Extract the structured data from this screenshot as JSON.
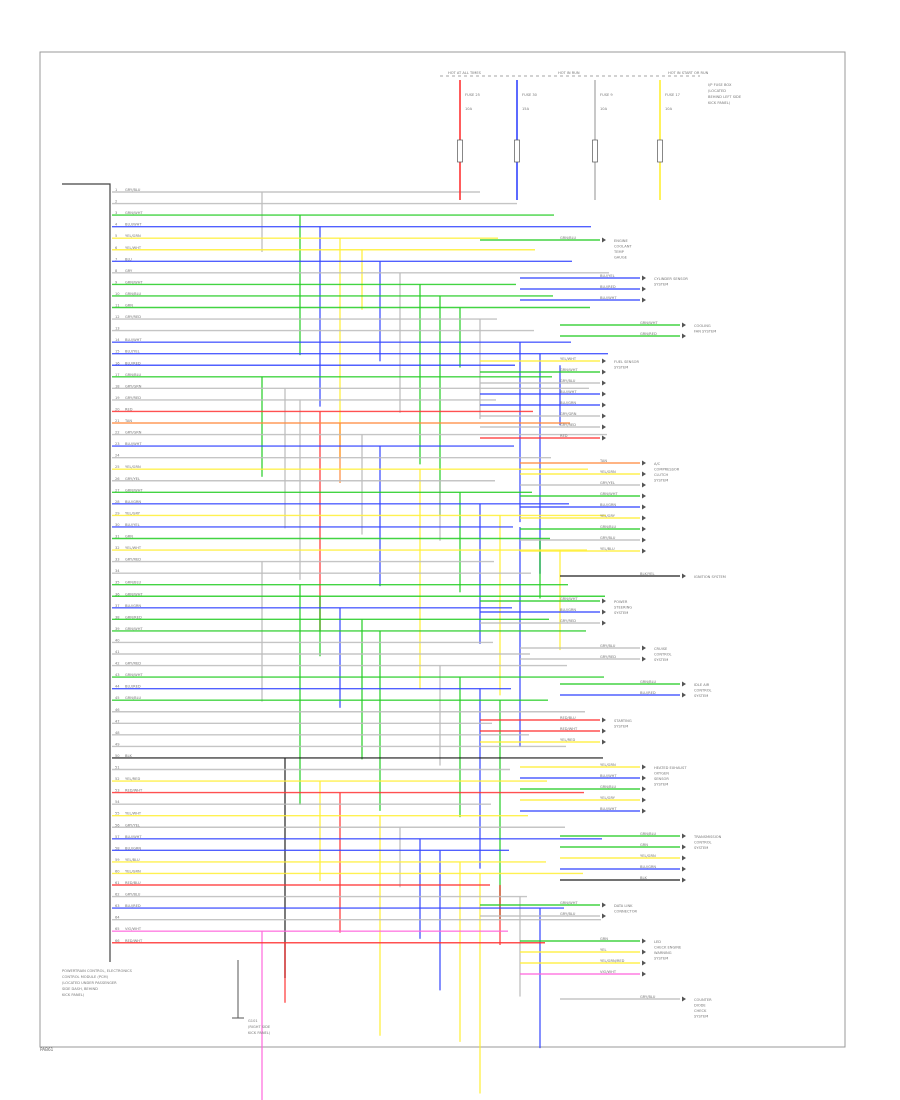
{
  "page_code": "PAB61",
  "module_label": [
    "POWERTRAIN CONTROL, ELECTRONICS",
    "CONTROL MODULE (PCM)",
    "(LOCATED UNDER PASSENGER",
    "SIDE DASH, BEHIND",
    "KICK PANEL)"
  ],
  "fuses": [
    {
      "title": "FUSE 25",
      "amp": "10A"
    },
    {
      "title": "FUSE 30",
      "amp": "15A"
    },
    {
      "title": "FUSE 9",
      "amp": "10A"
    },
    {
      "title": "FUSE 17",
      "amp": "10A"
    }
  ],
  "fuse_bus_labels": [
    "HOT AT ALL TIMES",
    "HOT IN RUN",
    "HOT IN START OR RUN"
  ],
  "fuse_note": [
    "I/P FUSE BOX",
    "(LOCATED",
    "BEHIND LEFT SIDE",
    "KICK PANEL)"
  ],
  "pins": [
    {
      "n": "1",
      "w": "GRY/BLU"
    },
    {
      "n": "2",
      "w": ""
    },
    {
      "n": "3",
      "w": "GRN/WHT"
    },
    {
      "n": "4",
      "w": "BLU/WHT"
    },
    {
      "n": "5",
      "w": "YEL/GRN"
    },
    {
      "n": "6",
      "w": "YEL/WHT"
    },
    {
      "n": "7",
      "w": "BLU"
    },
    {
      "n": "8",
      "w": "GRY"
    },
    {
      "n": "9",
      "w": "GRN/WHT"
    },
    {
      "n": "10",
      "w": "GRN/BLU"
    },
    {
      "n": "11",
      "w": "GRN"
    },
    {
      "n": "12",
      "w": "GRY/RED"
    },
    {
      "n": "13",
      "w": ""
    },
    {
      "n": "14",
      "w": "BLU/WHT"
    },
    {
      "n": "15",
      "w": "BLU/YEL"
    },
    {
      "n": "16",
      "w": "BLU/RED"
    },
    {
      "n": "17",
      "w": "GRN/BLU"
    },
    {
      "n": "18",
      "w": "GRY/GRN"
    },
    {
      "n": "19",
      "w": "GRY/RED"
    },
    {
      "n": "20",
      "w": "RED"
    },
    {
      "n": "21",
      "w": "TAN"
    },
    {
      "n": "22",
      "w": "GRY/GRN"
    },
    {
      "n": "23",
      "w": "BLU/WHT"
    },
    {
      "n": "24",
      "w": ""
    },
    {
      "n": "25",
      "w": "YEL/GRN"
    },
    {
      "n": "26",
      "w": "GRY/YEL"
    },
    {
      "n": "27",
      "w": "GRN/WHT"
    },
    {
      "n": "28",
      "w": "BLU/GRN"
    },
    {
      "n": "29",
      "w": "YEL/GRY"
    },
    {
      "n": "30",
      "w": "BLU/YEL"
    },
    {
      "n": "31",
      "w": "GRN"
    },
    {
      "n": "32",
      "w": "YEL/WHT"
    },
    {
      "n": "33",
      "w": "GRY/RED"
    },
    {
      "n": "34",
      "w": ""
    },
    {
      "n": "35",
      "w": "GRN/BLU"
    },
    {
      "n": "36",
      "w": "GRN/WHT"
    },
    {
      "n": "37",
      "w": "BLU/GRN"
    },
    {
      "n": "38",
      "w": "GRN/RED"
    },
    {
      "n": "39",
      "w": "GRN/WHT"
    },
    {
      "n": "40",
      "w": ""
    },
    {
      "n": "41",
      "w": ""
    },
    {
      "n": "42",
      "w": "GRY/RED"
    },
    {
      "n": "43",
      "w": "GRN/WHT"
    },
    {
      "n": "44",
      "w": "BLU/RED"
    },
    {
      "n": "45",
      "w": "GRN/BLU"
    },
    {
      "n": "46",
      "w": ""
    },
    {
      "n": "47",
      "w": ""
    },
    {
      "n": "48",
      "w": ""
    },
    {
      "n": "49",
      "w": ""
    },
    {
      "n": "50",
      "w": "BLK"
    },
    {
      "n": "51",
      "w": ""
    },
    {
      "n": "52",
      "w": "YEL/RED"
    },
    {
      "n": "53",
      "w": "RED/WHT"
    },
    {
      "n": "54",
      "w": ""
    },
    {
      "n": "55",
      "w": "YEL/WHT"
    },
    {
      "n": "56",
      "w": "GRY/YEL"
    },
    {
      "n": "57",
      "w": "BLU/WHT"
    },
    {
      "n": "58",
      "w": "BLU/GRN"
    },
    {
      "n": "59",
      "w": "YEL/BLU"
    },
    {
      "n": "60",
      "w": "YEL/GRN"
    },
    {
      "n": "61",
      "w": "RED/BLU"
    },
    {
      "n": "62",
      "w": "GRY/BLU"
    },
    {
      "n": "63",
      "w": "BLU/RED"
    },
    {
      "n": "64",
      "w": ""
    },
    {
      "n": "65",
      "w": "VIO/WHT"
    },
    {
      "n": "66",
      "w": "RED/WHT"
    }
  ],
  "destinations": [
    {
      "title": [
        "ENGINE",
        "COOLANT",
        "TEMP",
        "GAUGE"
      ],
      "wires": [
        "GRN/BLU"
      ]
    },
    {
      "title": [
        "CYLINDER SENSOR",
        "SYSTEM"
      ],
      "wires": [
        "BLU/YEL",
        "BLU/RED",
        "BLU/WHT"
      ]
    },
    {
      "title": [
        "COOLING",
        "FAN SYSTEM"
      ],
      "wires": [
        "GRN/WHT",
        "GRN/RED"
      ]
    },
    {
      "title": [
        "FUEL SENSOR",
        "SYSTEM"
      ],
      "wires": [
        "YEL/WHT",
        "GRN/WHT",
        "GRY/BLU",
        "BLU/WHT",
        "BLU/GRN",
        "GRY/GRN",
        "GRY/RED",
        "RED"
      ]
    },
    {
      "title": [
        "A/C",
        "COMPRESSOR",
        "CLUTCH",
        "SYSTEM"
      ],
      "wires": [
        "TAN",
        "YEL/GRN",
        "GRY/YEL",
        "GRN/WHT",
        "BLU/GRN",
        "YEL/GRY",
        "GRN/BLU",
        "GRY/BLU",
        "YEL/BLU"
      ]
    },
    {
      "title": [
        "IGNITION SYSTEM"
      ],
      "wires": [
        "BLK/YEL"
      ]
    },
    {
      "title": [
        "POWER",
        "STEERING",
        "SYSTEM"
      ],
      "wires": [
        "GRN/WHT",
        "BLU/GRN",
        "GRY/RED"
      ]
    },
    {
      "title": [
        "CRUISE",
        "CONTROL",
        "SYSTEM"
      ],
      "wires": [
        "GRY/BLU",
        "GRY/RED"
      ]
    },
    {
      "title": [
        "IDLE AIR",
        "CONTROL",
        "SYSTEM"
      ],
      "wires": [
        "GRN/BLU",
        "BLU/RED"
      ]
    },
    {
      "title": [
        "STARTING",
        "SYSTEM"
      ],
      "wires": [
        "RED/BLU",
        "RED/WHT",
        "YEL/RED"
      ]
    },
    {
      "title": [
        "HEATED EXHAUST",
        "OXYGEN",
        "SENSOR",
        "SYSTEM"
      ],
      "wires": [
        "YEL/GRN",
        "BLU/WHT",
        "GRN/BLU",
        "YEL/GRY",
        "BLU/WHT"
      ]
    },
    {
      "title": [
        "TRANSMISSION",
        "CONTROL",
        "SYSTEM"
      ],
      "wires": [
        "GRN/BLU",
        "GRN",
        "YEL/GRN",
        "BLU/GRN",
        "BLK"
      ]
    },
    {
      "title": [
        "DATA LINK",
        "CONNECTOR"
      ],
      "wires": [
        "GRN/WHT",
        "GRY/BLU"
      ]
    },
    {
      "title": [
        "LED",
        "CHECK ENGINE",
        "WARNING",
        "SYSTEM"
      ],
      "wires": [
        "GRN",
        "YEL",
        "YEL/GRN/RED",
        "VIO/WHT"
      ]
    },
    {
      "title": [
        "COUNTER",
        "DIODE",
        "CHECK",
        "SYSTEM"
      ],
      "wires": [
        "GRY/BLU"
      ]
    }
  ],
  "ground_label": [
    "G101",
    "(RIGHT SIDE",
    "KICK PANEL)"
  ],
  "colors": {
    "red": "#ff3333",
    "blue": "#3344ff",
    "green": "#22cc22",
    "yellow": "#ffee33",
    "orange": "#ff8a3d",
    "pink": "#ff66dd",
    "gray": "#bbbbbb",
    "black": "#222222"
  }
}
